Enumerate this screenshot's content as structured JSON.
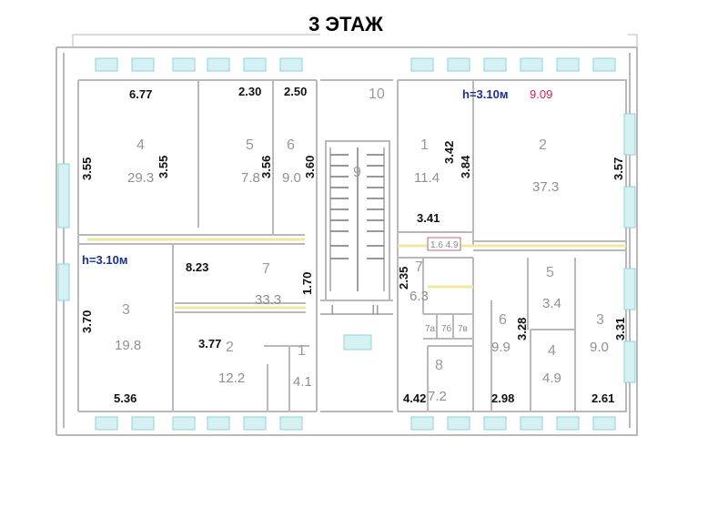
{
  "title": "3 ЭТАЖ",
  "colors": {
    "wall": "#b9b9b9",
    "window": "#8fd3d8",
    "partition": "#efe9a0",
    "height_label": "#1d2f8f",
    "accent_number": "#d21f5a"
  },
  "left_wing": {
    "height": "h=3.10м",
    "dims": {
      "top_4": "6.77",
      "top_5": "2.30",
      "top_6": "2.50",
      "left_4": "3.55",
      "inner_4": "3.55",
      "right_5": "3.56",
      "right_6": "3.60",
      "corridor_w": "8.23",
      "corridor_h": "1.70",
      "left_3": "3.70",
      "w_2": "3.77",
      "bottom_3": "5.36"
    },
    "rooms": [
      {
        "num": "4",
        "area": "29.3"
      },
      {
        "num": "5",
        "area": "7.8"
      },
      {
        "num": "6",
        "area": "9.0"
      },
      {
        "num": "7",
        "area": "33.3"
      },
      {
        "num": "3",
        "area": "19.8"
      },
      {
        "num": "2",
        "area": "12.2"
      },
      {
        "num": "1",
        "area": "4.1"
      }
    ]
  },
  "stair": {
    "num": "9",
    "room": "10",
    "landing_left": "I",
    "landing_right": "II"
  },
  "right_wing": {
    "height": "h=3.10м",
    "dims": {
      "top_2": "9.09",
      "room1_h": "3.42",
      "room2_left_h": "3.84",
      "room2_right_h": "3.57",
      "room1_w": "3.41",
      "room7_h": "2.35",
      "bottom_8": "4.42",
      "room5_4_h": "3.28",
      "room3_h": "3.31",
      "bottom_6": "2.98",
      "bottom_3": "2.61"
    },
    "rooms": [
      {
        "num": "1",
        "area": "11.4"
      },
      {
        "num": "2",
        "area": "37.3"
      },
      {
        "num": "7",
        "area": "6.3"
      },
      {
        "num": "7а",
        "area": ""
      },
      {
        "num": "7б",
        "area": ""
      },
      {
        "num": "7в",
        "area": ""
      },
      {
        "num": "8",
        "area": "7.2"
      },
      {
        "num": "6",
        "area": "9.9"
      },
      {
        "num": "5",
        "area": "3.4"
      },
      {
        "num": "4",
        "area": "4.9"
      },
      {
        "num": "3",
        "area": "9.0"
      }
    ],
    "closet_label": "1.6 4.9"
  }
}
